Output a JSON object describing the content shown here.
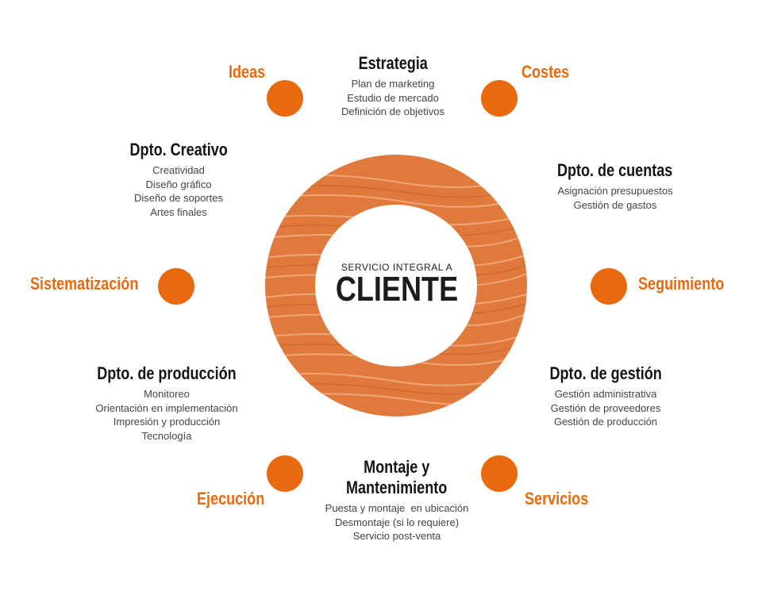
{
  "center": {
    "subtitle": "SERVICIO INTEGRAL A",
    "title": "CLIENTE"
  },
  "accent_color": "#e8690e",
  "ring_color": "#e07a3c",
  "nodes": {
    "ideas": "Ideas",
    "costes": "Costes",
    "sistematizacion": "Sistematización",
    "seguimiento": "Seguimiento",
    "ejecucion": "Ejecución",
    "servicios": "Servicios"
  },
  "blocks": {
    "estrategia": {
      "title": "Estrategia",
      "items": [
        "Plan de marketing",
        "Estudio de mercado",
        "Definición de objetivos"
      ]
    },
    "creativo": {
      "title": "Dpto. Creativo",
      "items": [
        "Creatividad",
        "Diseño gráfico",
        "Diseño de soportes",
        "Artes finales"
      ]
    },
    "cuentas": {
      "title": "Dpto. de cuentas",
      "items": [
        "Asignación presupuestos",
        "Gestión de gastos"
      ]
    },
    "produccion": {
      "title": "Dpto. de producción",
      "items": [
        "Monitoreo",
        "Orientación en implementación",
        "Impresión y producción",
        "Tecnología"
      ]
    },
    "gestion": {
      "title": "Dpto. de gestión",
      "items": [
        "Gestión administrativa",
        "Gestión de proveedores",
        "Gestión de producción"
      ]
    },
    "montaje": {
      "title_line1": "Montaje y",
      "title_line2": "Mantenimiento",
      "items": [
        "Puesta y montaje  en ubicación",
        "Desmontaje (si lo requiere)",
        "Servicio post-venta"
      ]
    }
  }
}
